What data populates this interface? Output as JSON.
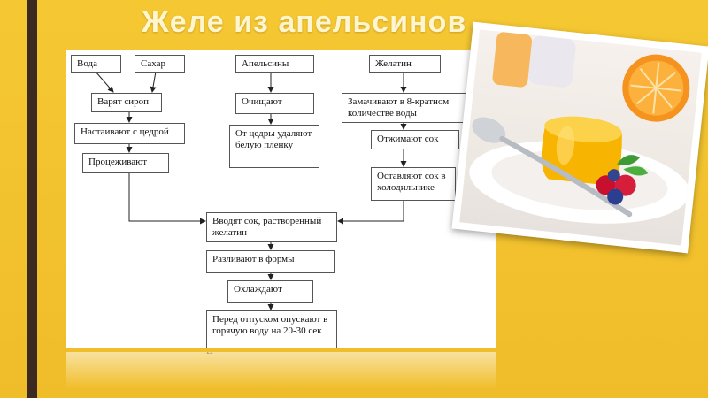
{
  "slide": {
    "title": "Желе из апельсинов"
  },
  "flow": {
    "voda": "Вода",
    "sahar": "Сахар",
    "varyat": "Варят сироп",
    "nastaivayut": "Настаивают с цедрой",
    "procezhivayut": "Процеживают",
    "apelsiny": "Апельсины",
    "ochishchayut": "Очищают",
    "ot_cedry": "От цедры удаляют белую пленку",
    "zhelatin": "Желатин",
    "zamachivayut": "Замачивают в 8-кратном количестве воды",
    "otzhimayut": "Отжимают сок",
    "ostavlyayut": "Оставляют сок в холодильнике",
    "vvodyat": "Вводят сок, растворенный желатин",
    "razlivayut": "Разливают в формы",
    "ohlazhdayut": "Охлаждают",
    "pered": "Перед отпуском опускают в горячую воду на 20-30 сек"
  },
  "colors": {
    "background": "#f2c02c",
    "accent_bar": "#3a2a22",
    "title": "#fff5cf"
  }
}
